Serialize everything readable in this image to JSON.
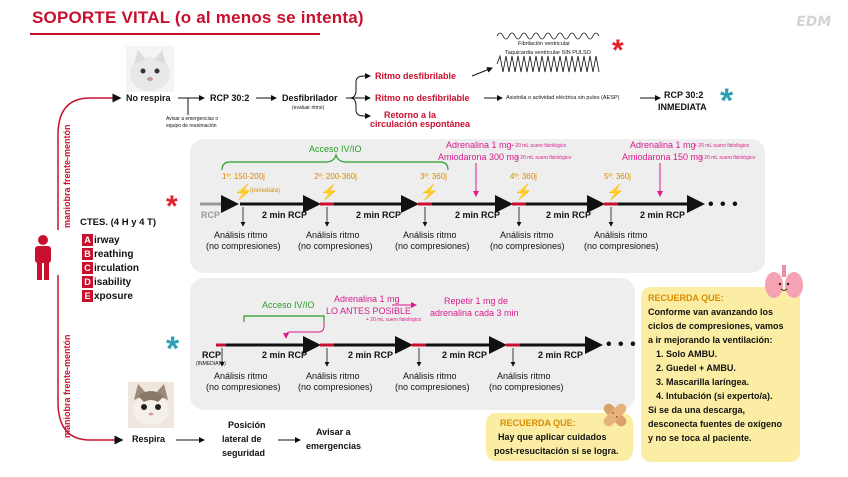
{
  "title": "SOPORTE VITAL (o al menos se intenta)",
  "logo": "EDM",
  "maniobra": "maniobra frente-mentón",
  "no_respira": "No respira",
  "respira": "Respira",
  "avisar_line1": "Avisar a emergencias o",
  "avisar_line2": "equipo de reanimación",
  "rcp302": "RCP 30:2",
  "desfibrilador": "Desfibrilador",
  "evaluar_ritmo": "(evaluar ritmo)",
  "ritmo_desfib": "Ritmo desfibrilable",
  "ritmo_no_desfib": "Ritmo  no desfibrilable",
  "retorno_line1": "Retorno a la",
  "retorno_line2": "circulación espontánea",
  "fib_vent": "Fibrilación ventricular",
  "taqui_vent": "Taquicardia ventricular SIN PULSO",
  "aesp": "Asistolia o actividad eléctrica sin pulso (AESP)",
  "rcp302_inmediata_1": "RCP 30:2",
  "rcp302_inmediata_2": "INMEDIATA",
  "ctes": "CTES. (4 H y 4 T)",
  "abcde": [
    {
      "letter": "A",
      "rest": "irway"
    },
    {
      "letter": "B",
      "rest": "reathing"
    },
    {
      "letter": "C",
      "rest": "irculation"
    },
    {
      "letter": "D",
      "rest": "isability"
    },
    {
      "letter": "E",
      "rest": "xposure"
    }
  ],
  "acceso_ivio": "Acceso IV/IO",
  "shock1": "1º: 150-200j",
  "inmediata_paren": "(inmediata)",
  "shock2": "2º: 200-360j",
  "shock3": "3º: 360j",
  "shock4": "4º: 360j",
  "shock5": "5º: 360j",
  "adrenalina1": "Adrenalina 1 mg",
  "adrenalina1_note": "+ 20 mL suero fisiológico",
  "amiodarona300": "Amiodarona 300 mg",
  "amiodarona300_note": "+ 20 mL suero fisiológico",
  "adrenalina2": "Adrenalina 1 mg",
  "adrenalina2_note": "+ 20 mL suero fisiológico",
  "amiodarona150": "Amiodarona 150 mg",
  "amiodarona150_note": "+ 20 mL suero fisiológico",
  "rcp_label": "RCP",
  "dos_min_rcp": "2 min RCP",
  "analisis_ritmo": "Análisis ritmo",
  "no_compresiones": "(no compresiones)",
  "dots": "• • •",
  "acceso_ivio_2": "Acceso IV/IO",
  "adren_lo_antes_1": "Adrenalina 1 mg",
  "adren_lo_antes_2": "LO ANTES POSIBLE",
  "adren_lo_antes_note": "+ 20 mL suero fisiológico",
  "repetir_1": "Repetir 1 mg de",
  "repetir_2": "adrenalina cada 3 min",
  "rcp_inmediata_rcp": "RCP",
  "rcp_inmediata_sub": "(INMEDIATA)",
  "recuerda1_title": "RECUERDA QUE:",
  "recuerda1_lines": [
    "Hay que aplicar cuidados",
    "post-resucitación si se logra."
  ],
  "recuerda2_title": "RECUERDA QUE:",
  "recuerda2_intro": [
    "Conforme van avanzando los",
    "ciclos de compresiones, vamos",
    "a ir mejorando la ventilación:"
  ],
  "recuerda2_items": [
    "1. Solo AMBU.",
    "2. Guedel + AMBU.",
    "3. Mascarilla laríngea.",
    "4. Intubación (si experto/a)."
  ],
  "recuerda2_outro": [
    "Si se da una descarga,",
    "desconecta fuentes de oxígeno",
    "y no se toca al paciente."
  ],
  "posicion_lines": [
    "Posición",
    "lateral de",
    "seguridad"
  ],
  "avisar_emerg_lines": [
    "Avisar a",
    "emergencias"
  ],
  "colors": {
    "accent_red": "#c8102e",
    "pink": "#d81b8b",
    "green": "#2a9d2a",
    "teal": "#2ea0b8",
    "orange": "#d98c00",
    "panel": "#eeeeee",
    "note": "#fbeea4"
  },
  "icons": [
    "person-icon",
    "lightning-icon",
    "bandage-icon",
    "lungs-icon",
    "cat-icon",
    "star-icon",
    "asterisk-icon"
  ]
}
